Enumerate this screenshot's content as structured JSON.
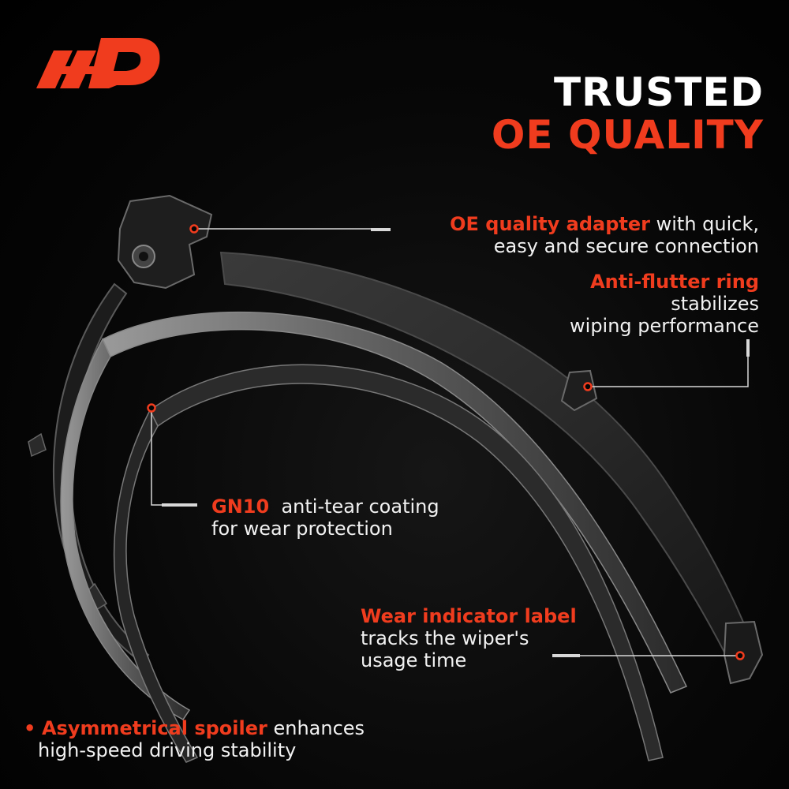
{
  "brand": {
    "accent": "#f03c1e",
    "logo": "brand-logo"
  },
  "headline": {
    "line1": "TRUSTED",
    "line2": "OE QUALITY"
  },
  "callouts": {
    "adapter": {
      "highlight": "OE quality adapter",
      "rest": " with quick,",
      "line2": "easy and secure connection"
    },
    "ring": {
      "highlight": "Anti-flutter ring",
      "line2": "stabilizes",
      "line3": "wiping performance"
    },
    "coating": {
      "highlight": "GN10",
      "rest": "  anti-tear coating",
      "line2": "for wear protection"
    },
    "indicator": {
      "highlight": "Wear indicator label",
      "line2": "tracks the wiper's",
      "line3": "usage time"
    },
    "spoiler": {
      "bullet": "•",
      "highlight": "Asymmetrical spoiler",
      "rest": " enhances",
      "line2": "high-speed driving stability"
    }
  }
}
